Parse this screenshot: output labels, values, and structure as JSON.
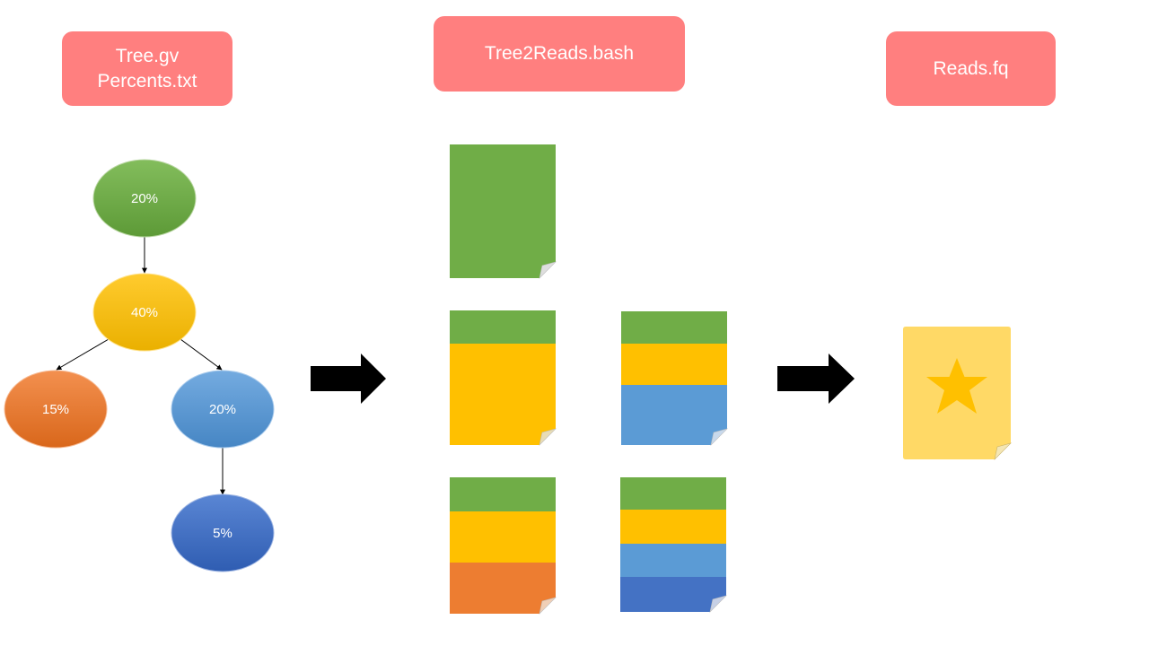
{
  "headers": {
    "input": {
      "lines": [
        "Tree.gv",
        "Percents.txt"
      ]
    },
    "script": {
      "label": "Tree2Reads.bash"
    },
    "output": {
      "label": "Reads.fq"
    }
  },
  "tree": {
    "nodes": [
      {
        "id": "root",
        "label": "20%",
        "color": "#70ad47"
      },
      {
        "id": "mid",
        "label": "40%",
        "color": "#ffc000"
      },
      {
        "id": "left",
        "label": "15%",
        "color": "#ed7d31"
      },
      {
        "id": "right",
        "label": "20%",
        "color": "#5b9bd5"
      },
      {
        "id": "bottom",
        "label": "5%",
        "color": "#4472c4"
      }
    ],
    "edges": [
      [
        "root",
        "mid"
      ],
      [
        "mid",
        "left"
      ],
      [
        "mid",
        "right"
      ],
      [
        "right",
        "bottom"
      ]
    ]
  },
  "colors": {
    "green": "#70ad47",
    "yellow": "#ffc000",
    "orange": "#ed7d31",
    "light_blue": "#5b9bd5",
    "dark_blue": "#4472c4",
    "header_bg": "#ff7f7f",
    "output_doc": "#ffd966",
    "star": "#ffc000"
  },
  "documents": [
    {
      "id": "doc-1",
      "layers": [
        "green"
      ]
    },
    {
      "id": "doc-2",
      "layers": [
        "green",
        "yellow"
      ]
    },
    {
      "id": "doc-3",
      "layers": [
        "green",
        "yellow",
        "light_blue"
      ]
    },
    {
      "id": "doc-4",
      "layers": [
        "green",
        "yellow",
        "orange"
      ]
    },
    {
      "id": "doc-5",
      "layers": [
        "green",
        "yellow",
        "light_blue",
        "dark_blue"
      ]
    }
  ],
  "output_document": {
    "icon": "star-icon"
  }
}
